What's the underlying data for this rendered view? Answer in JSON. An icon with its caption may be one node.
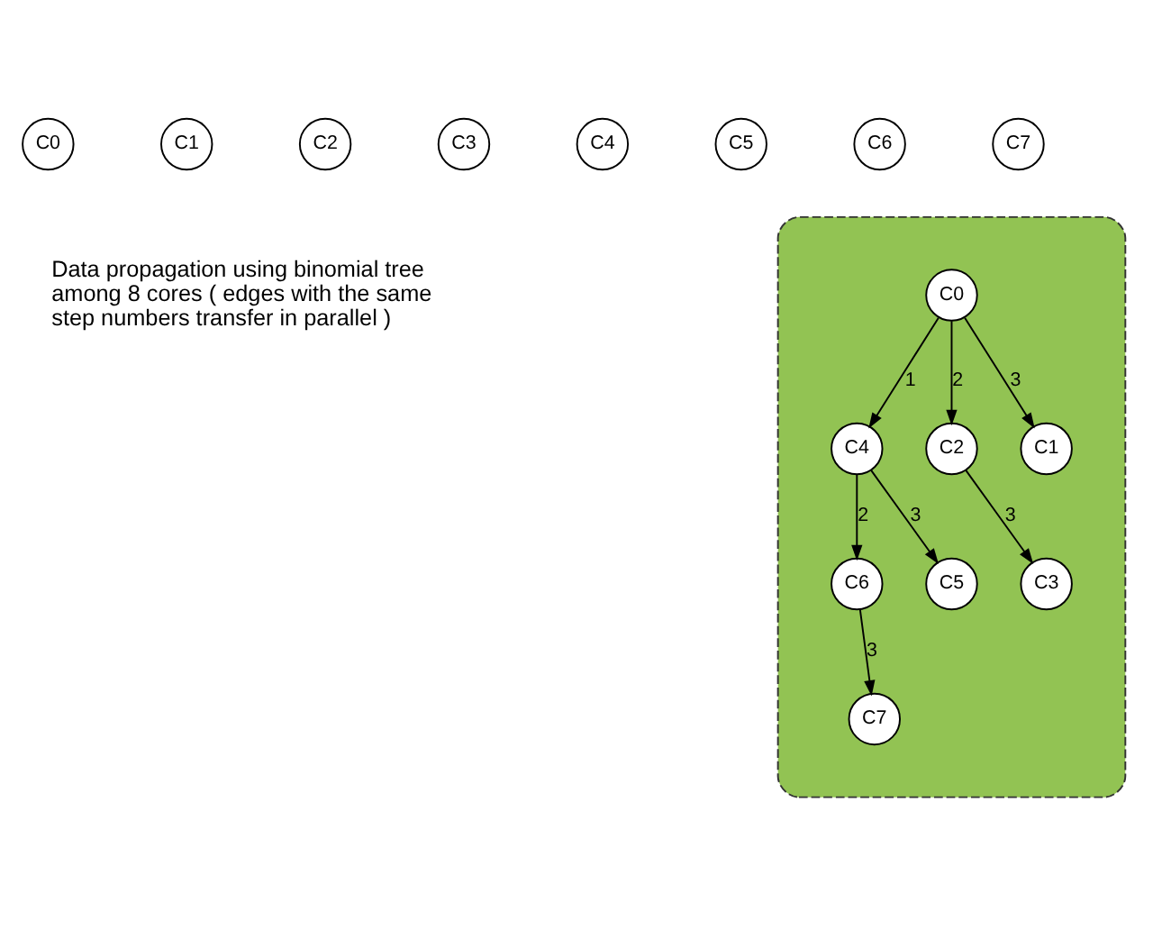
{
  "diagram": {
    "nodes": [
      {
        "text": [
          "C0"
        ]
      },
      {
        "text": [
          "C1"
        ]
      },
      {
        "text": [
          "C2"
        ]
      },
      {
        "text": [
          "C3"
        ]
      },
      {
        "text": [
          "C4"
        ]
      },
      {
        "text": [
          "C5"
        ]
      },
      {
        "text": [
          "C6"
        ]
      },
      {
        "text": [
          "C7"
        ]
      },
      {
        "text": [],
        "shape": "ellipse"
      },
      {
        "text": [
          "C0"
        ],
        "in": 8
      },
      {
        "text": [
          "C4"
        ],
        "in": 8
      },
      {
        "text": [
          "C2"
        ],
        "in": 8
      },
      {
        "text": [
          "C1"
        ],
        "in": 8
      },
      {
        "text": [
          "C6"
        ],
        "in": 8
      },
      {
        "text": [
          "C5"
        ],
        "in": 8
      },
      {
        "text": [
          "C3"
        ],
        "in": 8
      },
      {
        "text": [
          "C7"
        ],
        "in": 8
      }
    ],
    "edges": [
      {
        "from": 9,
        "to": 10,
        "arrow": "to",
        "label": "1"
      },
      {
        "from": 9,
        "to": 11,
        "arrow": "to",
        "label": "2"
      },
      {
        "from": 9,
        "to": 12,
        "arrow": "to",
        "label": "3"
      },
      {
        "from": 10,
        "to": 13,
        "arrow": "to",
        "label": "2"
      },
      {
        "from": 10,
        "to": 14,
        "arrow": "to",
        "label": "3"
      },
      {
        "from": 11,
        "to": 15,
        "arrow": "to",
        "label": "3"
      },
      {
        "from": 13,
        "to": 16,
        "arrow": "to",
        "label": "3"
      }
    ],
    "labels": [
      "Data propagation using binomial tree among 8 cores ( edges with the same step numbers transfer in parallel )"
    ]
  }
}
